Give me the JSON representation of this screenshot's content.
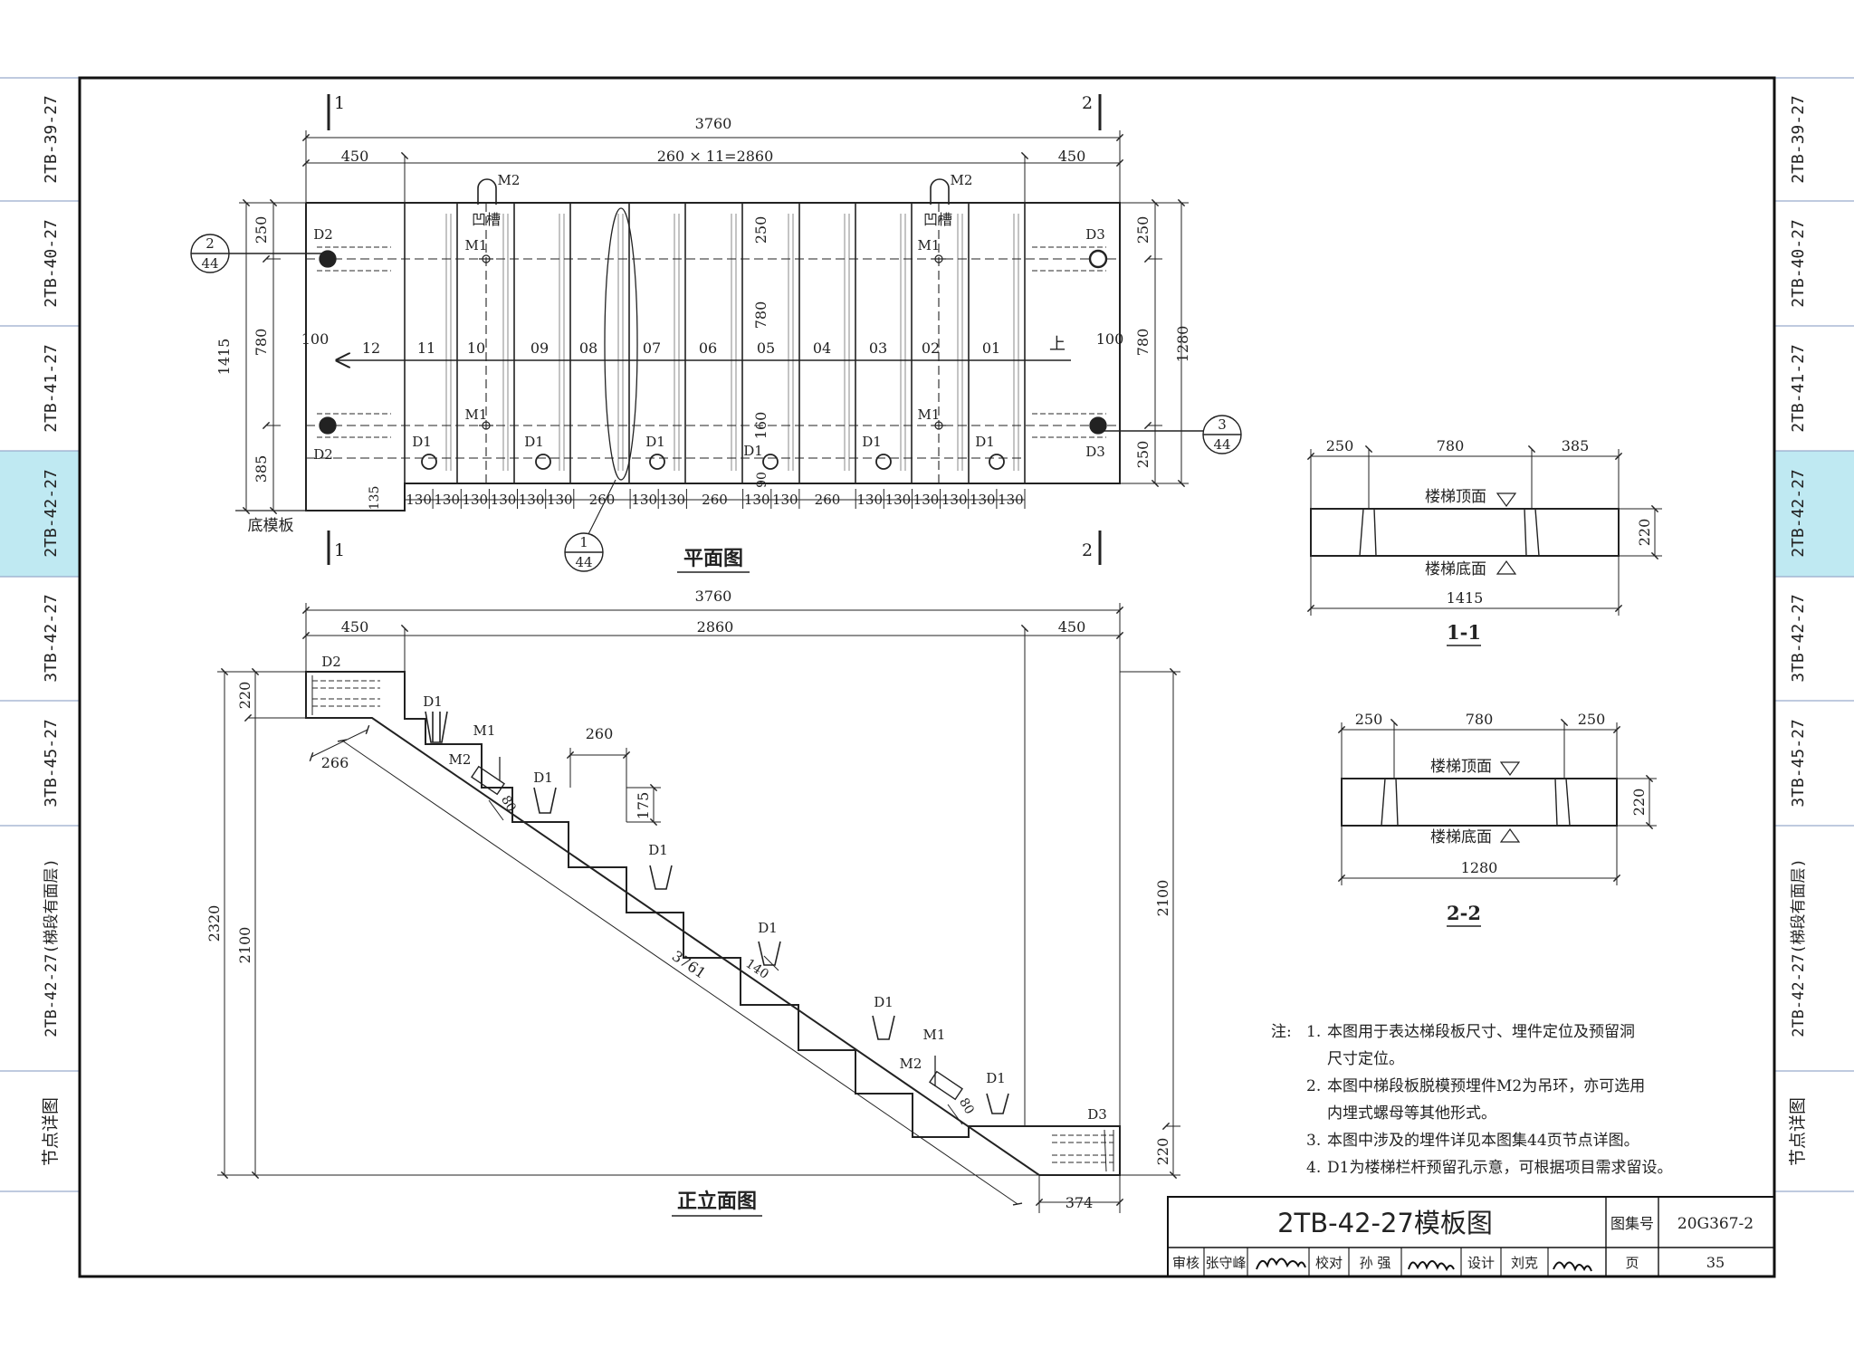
{
  "side_tabs": {
    "items": [
      {
        "label": "2TB-39-27",
        "active": false
      },
      {
        "label": "2TB-40-27",
        "active": false
      },
      {
        "label": "2TB-41-27",
        "active": false
      },
      {
        "label": "2TB-42-27",
        "active": true
      },
      {
        "label": "3TB-42-27",
        "active": false
      },
      {
        "label": "3TB-45-27",
        "active": false
      },
      {
        "label": "2TB-42-27(梯段有面层)",
        "active": false
      },
      {
        "label": "节点详图",
        "active": false
      }
    ],
    "active_color": "#bfe9f2"
  },
  "plan": {
    "title": "平面图",
    "section_marks": [
      "1",
      "2"
    ],
    "dims_top": {
      "total": "3760",
      "left": "450",
      "mid": "260 × 11=2860",
      "right": "450"
    },
    "dims_left": {
      "top": "250",
      "mid": "780",
      "bottom": "385",
      "total": "1415",
      "side_100": "100"
    },
    "dims_right": {
      "top": "250",
      "mid": "780",
      "bottom": "250",
      "total": "1280",
      "side_100": "100"
    },
    "inner_dims": {
      "d250": "250",
      "d780": "780",
      "d160": "160",
      "d90": "90",
      "d135": "135"
    },
    "step_numbers": [
      "12",
      "11",
      "10",
      "09",
      "08",
      "07",
      "06",
      "05",
      "04",
      "03",
      "02",
      "01"
    ],
    "up_label": "上",
    "bottom_dims": [
      "130",
      "130",
      "130",
      "130",
      "130",
      "130",
      "260",
      "130",
      "130",
      "260",
      "130",
      "130",
      "260",
      "130",
      "130",
      "130",
      "130",
      "130",
      "130"
    ],
    "labels": {
      "m2": "M2",
      "m1": "M1",
      "d1": "D1",
      "d2": "D2",
      "d3": "D3",
      "groove": "凹槽",
      "bottom_form": "底模板"
    },
    "callouts": [
      {
        "num": "2",
        "page": "44"
      },
      {
        "num": "3",
        "page": "44"
      },
      {
        "num": "1",
        "page": "44"
      }
    ]
  },
  "elevation": {
    "title": "正立面图",
    "dims_top": {
      "total": "3760",
      "left": "450",
      "mid": "2860",
      "right": "450"
    },
    "dims_left": {
      "top": "220",
      "mid": "2100",
      "total": "2320"
    },
    "dims_right": {
      "mid": "2100",
      "bottom": "220"
    },
    "tread": "260",
    "riser": "175",
    "slope_len": "3761",
    "d266": "266",
    "d80": "80",
    "d140": "140",
    "d374": "374",
    "labels": {
      "d1": "D1",
      "d2": "D2",
      "d3": "D3",
      "m1": "M1",
      "m2": "M2"
    }
  },
  "section_1": {
    "title": "1-1",
    "dims_top": [
      "250",
      "780",
      "385"
    ],
    "height": "220",
    "width": "1415",
    "top_face": "楼梯顶面",
    "bottom_face": "楼梯底面"
  },
  "section_2": {
    "title": "2-2",
    "dims_top": [
      "250",
      "780",
      "250"
    ],
    "height": "220",
    "width": "1280",
    "top_face": "楼梯顶面",
    "bottom_face": "楼梯底面"
  },
  "notes": {
    "prefix": "注:",
    "items": [
      {
        "num": "1.",
        "lines": [
          "本图用于表达梯段板尺寸、埋件定位及预留洞",
          "尺寸定位。"
        ]
      },
      {
        "num": "2.",
        "lines": [
          "本图中梯段板脱模预埋件M2为吊环，亦可选用",
          "内埋式螺母等其他形式。"
        ]
      },
      {
        "num": "3.",
        "lines": [
          "本图中涉及的埋件详见本图集44页节点详图。"
        ]
      },
      {
        "num": "4.",
        "lines": [
          "D1为楼梯栏杆预留孔示意，可根据项目需求留设。"
        ]
      }
    ]
  },
  "title_block": {
    "title": "2TB-42-27模板图",
    "atlas_label": "图集号",
    "atlas_no": "20G367-2",
    "review_label": "审核",
    "reviewer": "张守峰",
    "check_label": "校对",
    "checker": "孙 强",
    "design_label": "设计",
    "designer": "刘克",
    "page_label": "页",
    "page_no": "35"
  }
}
